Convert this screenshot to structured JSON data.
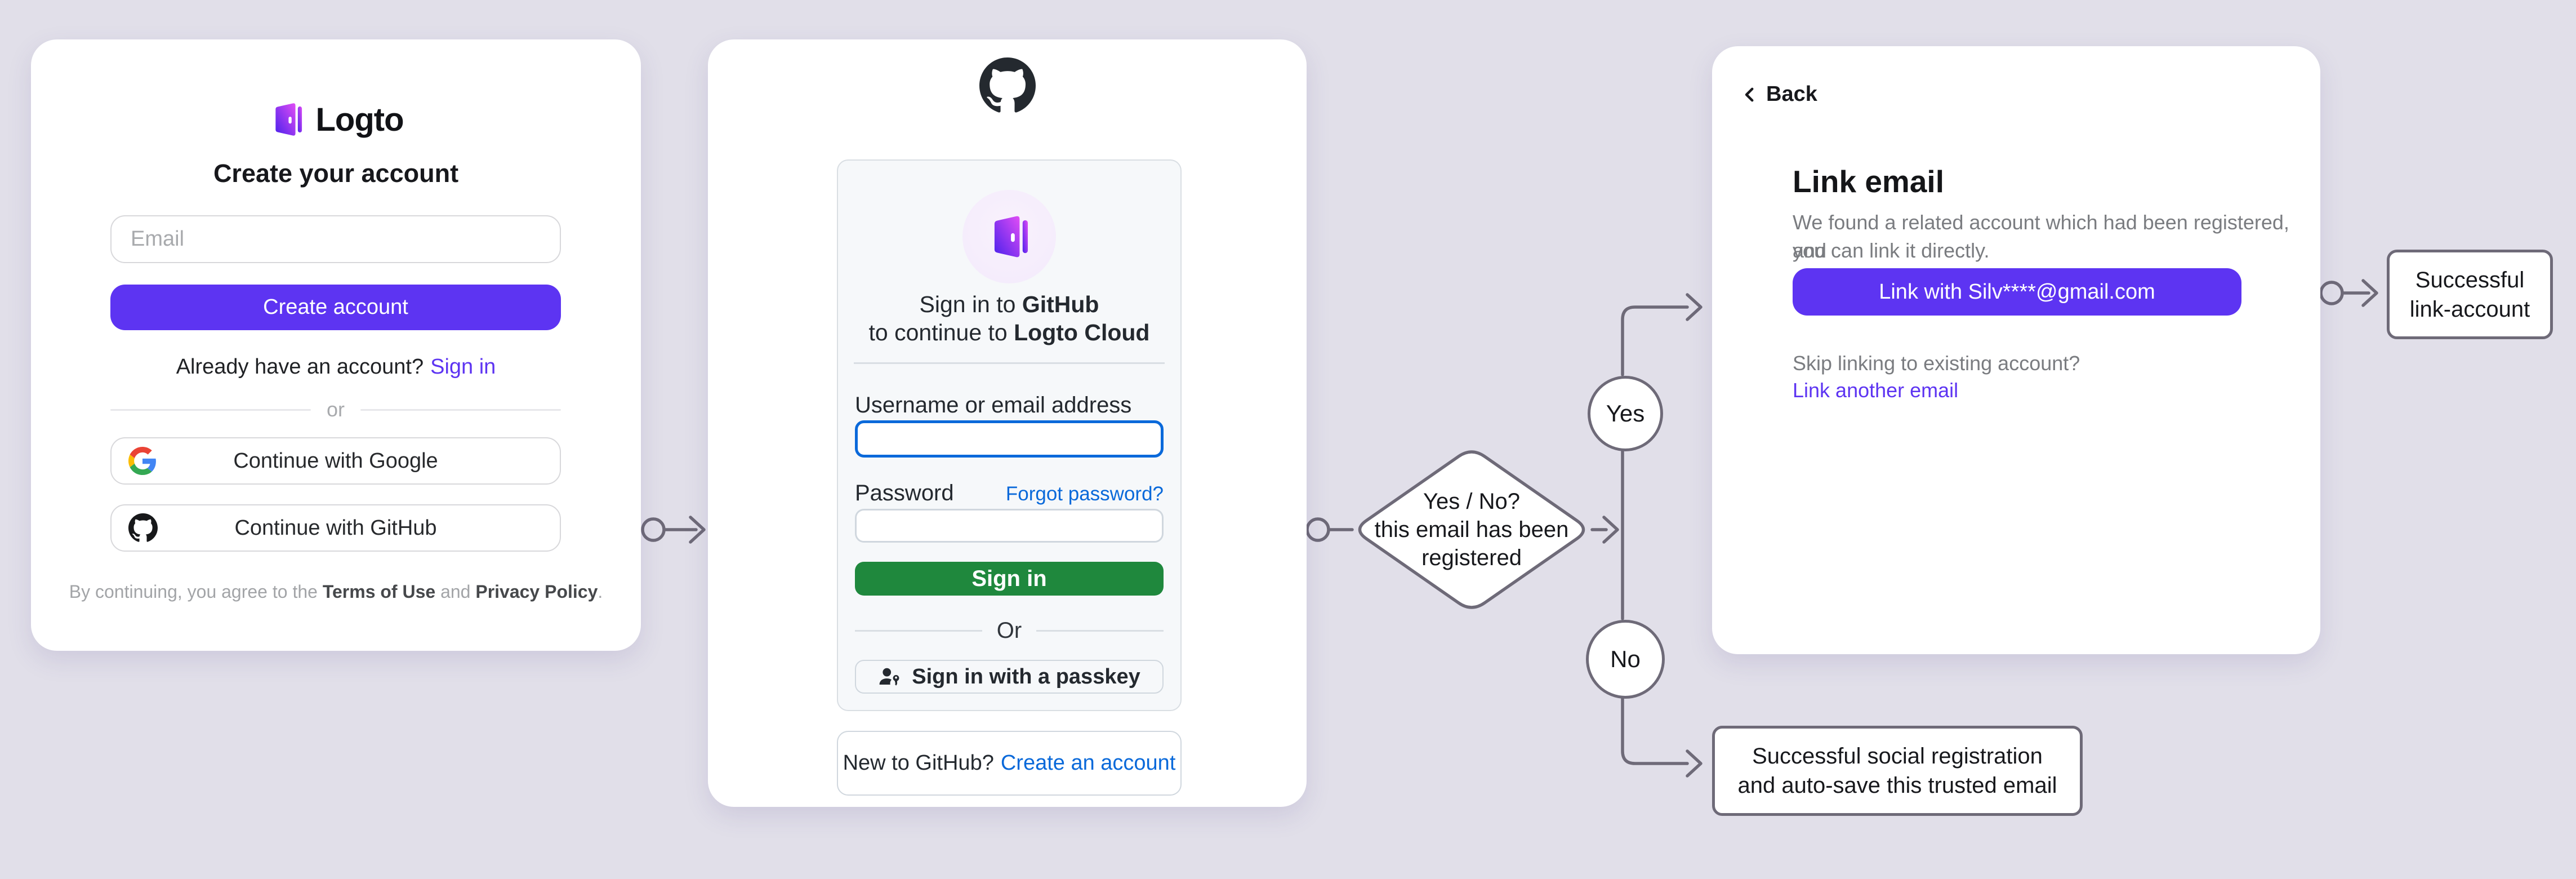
{
  "page": {
    "background": "#e1dfe9"
  },
  "signup_card": {
    "brand": "Logto",
    "title": "Create your account",
    "email_placeholder": "Email",
    "create_button": "Create account",
    "signin_prompt": "Already have an account?",
    "signin_link": "Sign in",
    "divider": "or",
    "google_button": "Continue with Google",
    "github_button": "Continue with GitHub",
    "terms": {
      "prefix": "By continuing, you agree to the ",
      "terms_link": "Terms of Use",
      "and": " and ",
      "privacy_link": "Privacy Policy",
      "suffix": "."
    }
  },
  "github_card": {
    "heading": {
      "line1_prefix": "Sign in to ",
      "line1_bold": "GitHub",
      "line2_prefix": "to continue to ",
      "line2_bold": "Logto Cloud"
    },
    "username_label": "Username or email address",
    "password_label": "Password",
    "forgot_link": "Forgot password?",
    "signin_button": "Sign in",
    "divider": "Or",
    "passkey_button": "Sign in with a passkey",
    "footer": {
      "prompt": "New to GitHub?",
      "link": "Create an account"
    }
  },
  "link_card": {
    "back_label": "Back",
    "title": "Link email",
    "description_line1": "We found a related account which had been registered, and",
    "description_line2": "you can link it directly.",
    "link_button": "Link with Silv****@gmail.com",
    "skip_text": "Skip linking to existing account?",
    "link_another_link": "Link another email"
  },
  "flowchart": {
    "decision": {
      "line1": "Yes / No?",
      "line2": "this email has been",
      "line3": "registered"
    },
    "yes_label": "Yes",
    "no_label": "No",
    "outcome_link_account": {
      "line1": "Successful",
      "line2": "link-account"
    },
    "outcome_social": {
      "line1": "Successful social registration",
      "line2": "and auto-save this trusted email"
    }
  },
  "colors": {
    "background": "#e1dfe9",
    "logto_purple": "#5d34f2",
    "github_green": "#1f883d",
    "github_link_blue": "#0969da",
    "flow_stroke_gray": "#6e6a78",
    "card_white": "#ffffff",
    "github_panel_bg": "#f6f8fa"
  },
  "icons": {
    "logto_logo": "logto-door-icon",
    "github_logo": "github-octocat-icon",
    "google": "google-g-icon",
    "passkey": "person-key-icon",
    "back": "chevron-left-icon",
    "connectors": "circle-start-open-arrowhead"
  }
}
